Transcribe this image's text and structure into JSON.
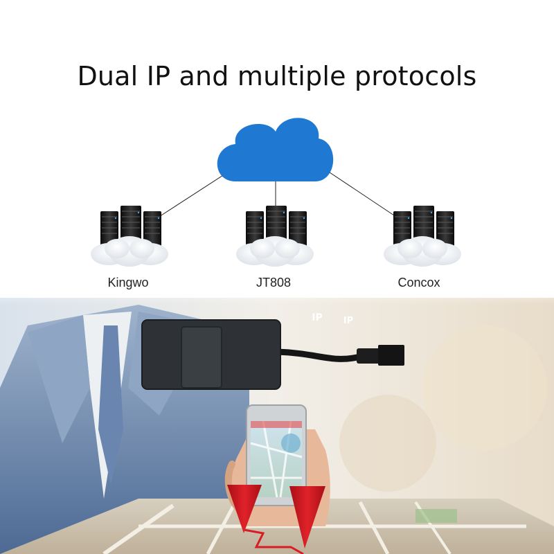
{
  "title": "Dual IP and multiple protocols",
  "servers": [
    {
      "label": "Kingwo"
    },
    {
      "label": "JT808"
    },
    {
      "label": "Concox"
    }
  ],
  "badges": [
    {
      "text": "IP"
    },
    {
      "text": "IP"
    }
  ],
  "colors": {
    "cloud": "#1f78d1",
    "badge": "#1b86d6",
    "pin": "#d81c23",
    "route": "#d81c23"
  }
}
